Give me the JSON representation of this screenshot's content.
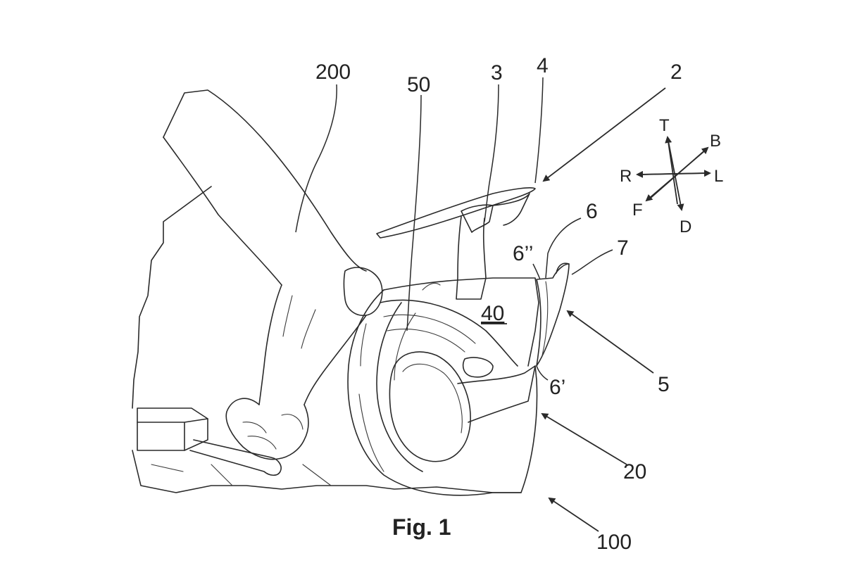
{
  "reference_numerals": {
    "n200": "200",
    "n50": "50",
    "n3": "3",
    "n4": "4",
    "n2": "2",
    "n6": "6",
    "n6pp": "6’’",
    "n7": "7",
    "n40": "40",
    "n5": "5",
    "n6p": "6’",
    "n20": "20",
    "n100": "100"
  },
  "direction_indicator": {
    "top": "T",
    "bottom": "D",
    "back": "B",
    "front": "F",
    "right": "R",
    "left": "L"
  },
  "caption": "Fig. 1",
  "colors": {
    "ink": "#2a2a2a",
    "background": "#ffffff"
  }
}
